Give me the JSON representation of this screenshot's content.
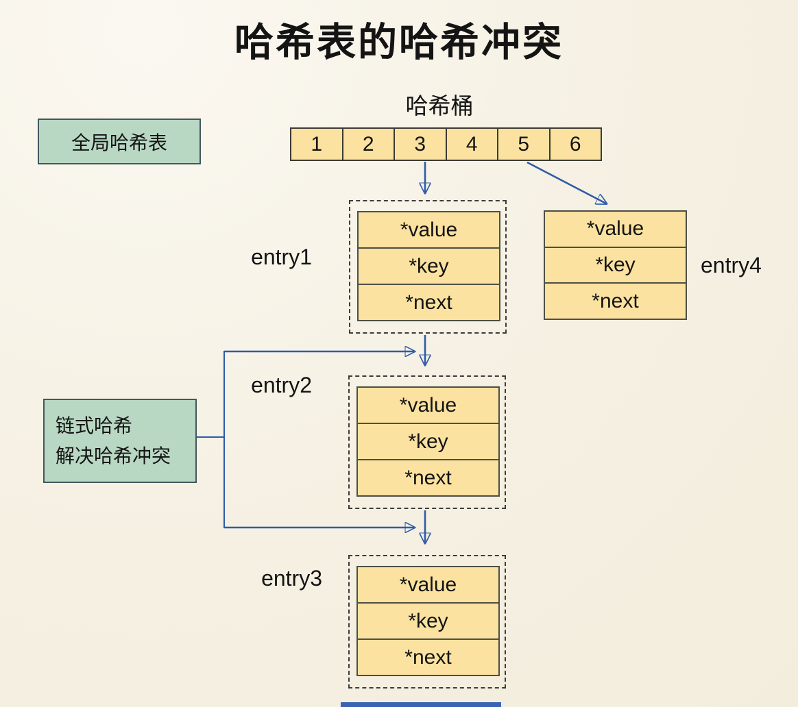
{
  "title": "哈希表的哈希冲突",
  "bucket": {
    "label": "哈希桶",
    "cells": [
      "1",
      "2",
      "3",
      "4",
      "5",
      "6"
    ]
  },
  "global_box": {
    "label": "全局哈希表"
  },
  "chain_box": {
    "line1": "链式哈希",
    "line2": "解决哈希冲突"
  },
  "entries": [
    {
      "label": "entry1",
      "fields": [
        "*value",
        "*key",
        "*next"
      ],
      "dashed": true
    },
    {
      "label": "entry2",
      "fields": [
        "*value",
        "*key",
        "*next"
      ],
      "dashed": true
    },
    {
      "label": "entry3",
      "fields": [
        "*value",
        "*key",
        "*next"
      ],
      "dashed": true
    },
    {
      "label": "entry4",
      "fields": [
        "*value",
        "*key",
        "*next"
      ],
      "dashed": false
    }
  ],
  "connectors": [
    "arrow-bucket3-to-entry1",
    "arrow-bucket5-to-entry4",
    "arrow-entry1-to-entry2",
    "arrow-chain-to-entry2",
    "arrow-chain-to-entry3",
    "arrow-entry2-to-entry3",
    "line-chainbox-to-connector"
  ],
  "colors": {
    "background": "#f5f0e2",
    "cell_fill": "#fbe2a0",
    "cell_border": "#4c4f44",
    "green_fill": "#b9d8c3",
    "green_border": "#43565e",
    "arrow_blue": "#2e5ca9",
    "dashed_border": "#3c3c3c",
    "text": "#141414",
    "bottom_bar": "#3a64b3"
  }
}
